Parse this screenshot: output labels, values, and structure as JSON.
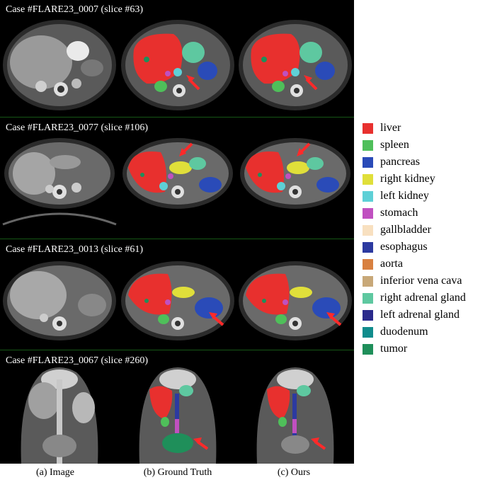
{
  "rows": [
    {
      "title": "Case #FLARE23_0007 (slice #63)"
    },
    {
      "title": "Case #FLARE23_0077 (slice #106)"
    },
    {
      "title": "Case #FLARE23_0013 (slice #61)"
    },
    {
      "title": "Case #FLARE23_0067 (slice #260)"
    }
  ],
  "column_captions": [
    "(a) Image",
    "(b) Ground Truth",
    "(c) Ours"
  ],
  "legend": [
    {
      "label": "liver",
      "color": "#e8302e"
    },
    {
      "label": "spleen",
      "color": "#4fbf5a"
    },
    {
      "label": "pancreas",
      "color": "#2a4bb8"
    },
    {
      "label": "right kidney",
      "color": "#e0df3a"
    },
    {
      "label": "left kidney",
      "color": "#5ed0d6"
    },
    {
      "label": "stomach",
      "color": "#c050c0"
    },
    {
      "label": "gallbladder",
      "color": "#f8e0c0"
    },
    {
      "label": "esophagus",
      "color": "#2c3aa0"
    },
    {
      "label": "aorta",
      "color": "#d88040"
    },
    {
      "label": "inferior vena cava",
      "color": "#c8a878"
    },
    {
      "label": "right adrenal gland",
      "color": "#5ec8a0"
    },
    {
      "label": "left adrenal gland",
      "color": "#2a2a8c"
    },
    {
      "label": "duodenum",
      "color": "#108c8c"
    },
    {
      "label": "tumor",
      "color": "#1f8f5a"
    }
  ]
}
